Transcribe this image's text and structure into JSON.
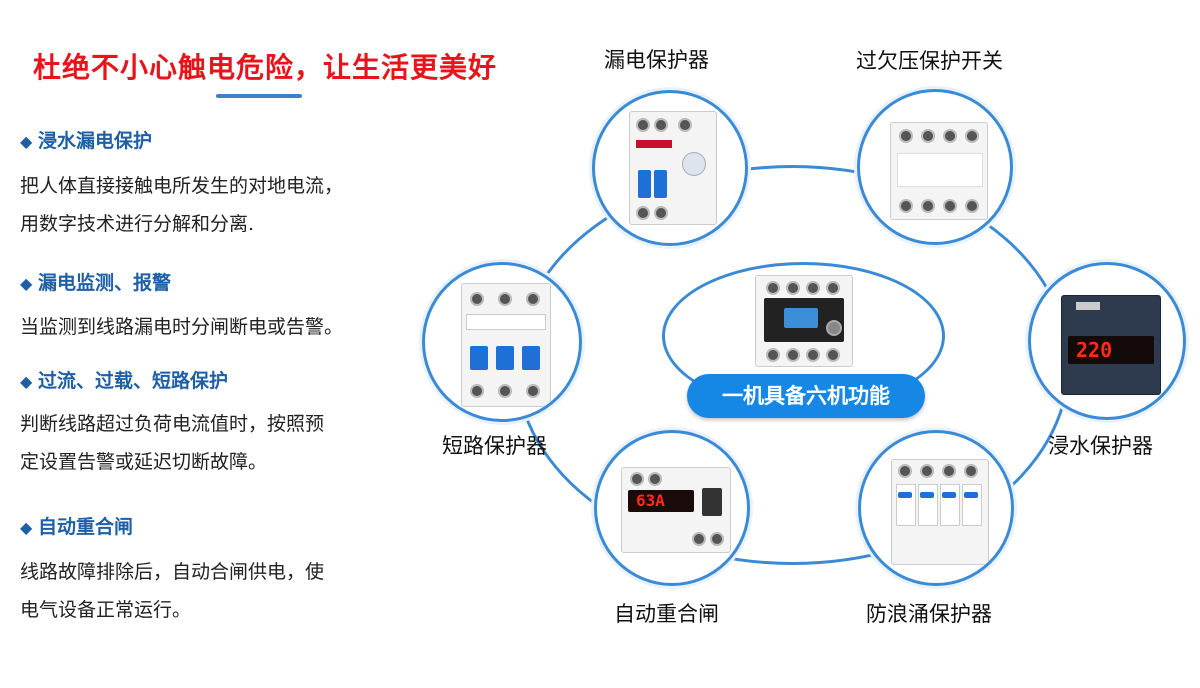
{
  "title": "杜绝不小心触电危险，让生活更美好",
  "sections": [
    {
      "heading": "浸水漏电保护",
      "body": "把人体直接接触电所发生的对地电流，\n用数字技术进行分解和分离."
    },
    {
      "heading": "漏电监测、报警",
      "body": "当监测到线路漏电时分闸断电或告警。"
    },
    {
      "heading": "过流、过载、短路保护",
      "body": "判断线路超过负荷电流值时，按照预\n定设置告警或延迟切断故障。"
    },
    {
      "heading": "自动重合闸",
      "body": "线路故障排除后，自动合闸供电，使\n电气设备正常运行。"
    }
  ],
  "bullet_icon": "◆",
  "diagram": {
    "center_label": "一机具备六机功能",
    "nodes": [
      {
        "label": "漏电保护器"
      },
      {
        "label": "过欠压保护开关"
      },
      {
        "label": "短路保护器"
      },
      {
        "label": "浸水保护器"
      },
      {
        "label": "自动重合闸"
      },
      {
        "label": "防浪涌保护器"
      }
    ],
    "displays": {
      "water_protector": "220",
      "auto_recloser": "63A"
    },
    "colors": {
      "accent": "#3a8ad6",
      "title_red": "#e8141b",
      "heading_blue": "#1f5fa6",
      "badge": "#1787e6"
    }
  }
}
